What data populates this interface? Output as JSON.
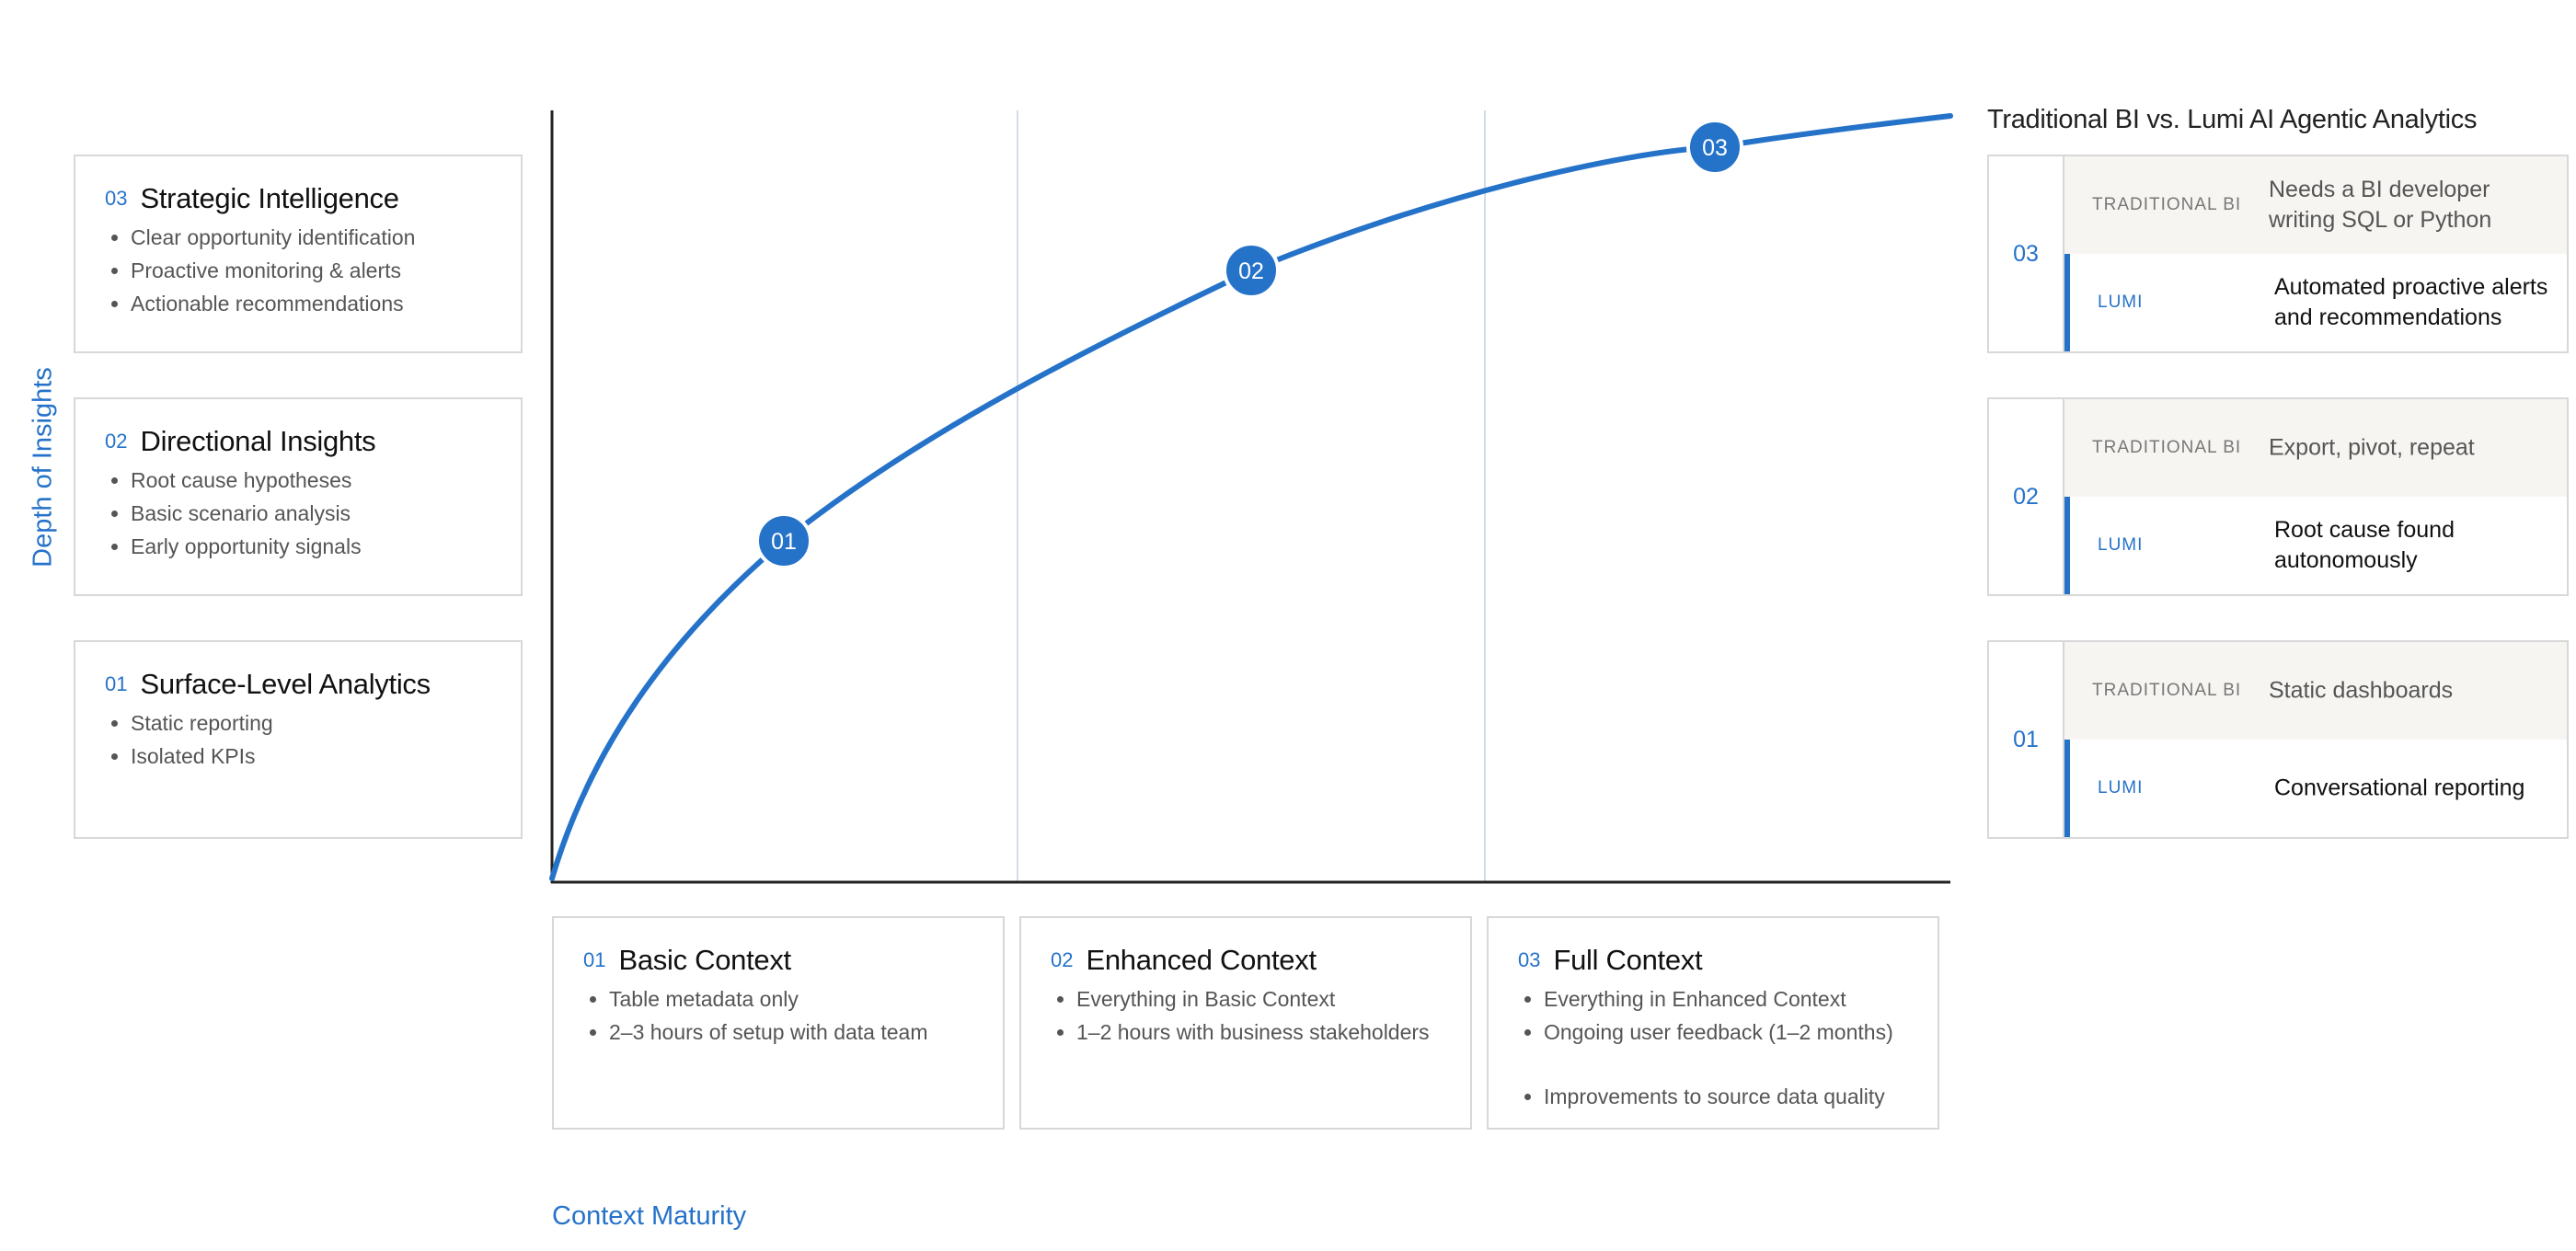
{
  "y_axis_label": "Depth of Insights",
  "x_axis_label": "Context Maturity",
  "insight_levels": [
    {
      "num": "03",
      "title": "Strategic Intelligence",
      "bullets": [
        "Clear opportunity identification",
        "Proactive monitoring & alerts",
        "Actionable recommendations"
      ]
    },
    {
      "num": "02",
      "title": "Directional Insights",
      "bullets": [
        "Root cause hypotheses",
        "Basic scenario analysis",
        "Early opportunity signals"
      ]
    },
    {
      "num": "01",
      "title": "Surface-Level Analytics",
      "bullets": [
        "Static reporting",
        "Isolated KPIs"
      ]
    }
  ],
  "context_levels": [
    {
      "num": "01",
      "title": "Basic Context",
      "bullets": [
        "Table metadata only",
        "2–3 hours of setup with data team"
      ]
    },
    {
      "num": "02",
      "title": "Enhanced Context",
      "bullets": [
        "Everything in Basic Context",
        "1–2 hours with business stakeholders"
      ]
    },
    {
      "num": "03",
      "title": "Full Context",
      "bullets": [
        "Everything in Enhanced Context",
        "Ongoing user feedback (1–2 months)",
        "Improvements to source data quality"
      ]
    }
  ],
  "curve_markers": [
    "01",
    "02",
    "03"
  ],
  "comparison": {
    "title": "Traditional BI vs. Lumi AI Agentic Analytics",
    "trad_tag": "TRADITIONAL BI",
    "lumi_tag": "LUMI",
    "rows": [
      {
        "level": "03",
        "traditional": "Needs a BI developer writing SQL or Python",
        "lumi": "Automated proactive alerts and recommendations"
      },
      {
        "level": "02",
        "traditional": "Export, pivot, repeat",
        "lumi": "Root cause found autonomously"
      },
      {
        "level": "01",
        "traditional": "Static dashboards",
        "lumi": "Conversational reporting"
      }
    ]
  },
  "colors": {
    "accent": "#2572c9",
    "border": "#d8d8d8",
    "trad_bg": "#f6f5f2"
  }
}
